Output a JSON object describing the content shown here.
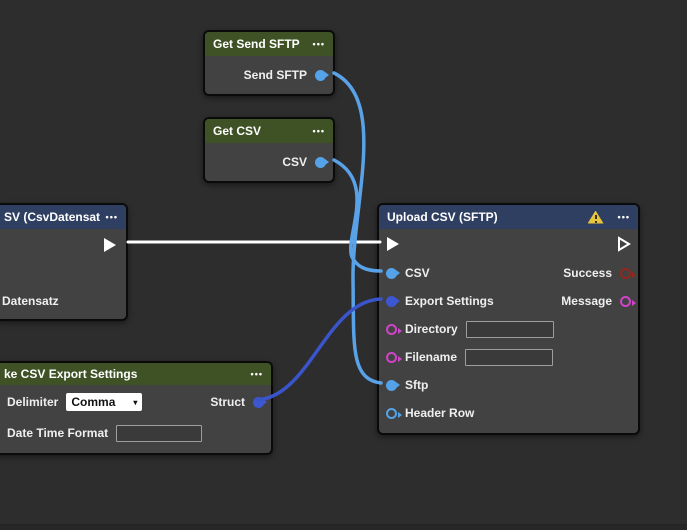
{
  "ui": {
    "menu_dots": "•••",
    "dropdown_chevron": "▾"
  },
  "colors": {
    "canvas": "#2d2d2d",
    "node_body": "#424242",
    "header_green": "#3e5226",
    "header_navy": "#2f3f62",
    "port_light_blue": "#54a3e8",
    "port_royal_blue": "#3c57d1",
    "port_magenta": "#cf44c8",
    "port_dark_red": "#93271c",
    "warning_yellow": "#e7c53c",
    "wire_white": "#ffffff",
    "wire_light_blue": "#5aa2e8",
    "wire_royal_blue": "#3a55cb"
  },
  "nodes": {
    "get_send_sftp": {
      "title": "Get Send SFTP",
      "outputs": [
        {
          "label": "Send SFTP",
          "port_color": "#54a3e8",
          "port_style": "filled"
        }
      ]
    },
    "get_csv": {
      "title": "Get CSV",
      "outputs": [
        {
          "label": "CSV",
          "port_color": "#54a3e8",
          "port_style": "filled"
        }
      ]
    },
    "csv_datensatz": {
      "title": "SV (CsvDatensatz)",
      "has_exec_out": true,
      "rows": [
        {
          "label": "Datensatz"
        }
      ]
    },
    "upload_csv": {
      "title": "Upload CSV (SFTP)",
      "has_warning": true,
      "has_exec_in": true,
      "has_exec_out": true,
      "inputs": [
        {
          "label": "CSV",
          "port_color": "#54a3e8",
          "port_style": "filled"
        },
        {
          "label": "Export Settings",
          "port_color": "#3c57d1",
          "port_style": "filled"
        },
        {
          "label": "Directory",
          "port_color": "#cf44c8",
          "port_style": "outline",
          "input_value": "",
          "input_placeholder": ""
        },
        {
          "label": "Filename",
          "port_color": "#cf44c8",
          "port_style": "outline",
          "input_value": "",
          "input_placeholder": ""
        },
        {
          "label": "Sftp",
          "port_color": "#54a3e8",
          "port_style": "filled"
        },
        {
          "label": "Header Row",
          "port_color": "#54a3e8",
          "port_style": "outline"
        }
      ],
      "outputs": [
        {
          "label": "Success",
          "port_color": "#93271c",
          "port_style": "outline"
        },
        {
          "label": "Message",
          "port_color": "#cf44c8",
          "port_style": "outline"
        }
      ]
    },
    "make_csv_export_settings": {
      "title": "ke CSV Export Settings",
      "fields": [
        {
          "label": "Delimiter",
          "type": "select",
          "value": "Comma"
        },
        {
          "label": "Date Time Format",
          "type": "text",
          "value": "",
          "placeholder": ""
        }
      ],
      "outputs": [
        {
          "label": "Struct",
          "port_color": "#3c57d1",
          "port_style": "filled"
        }
      ]
    }
  },
  "wires": [
    {
      "from": "CSV (CsvDatensatz) exec",
      "to": "Upload CSV (SFTP) exec",
      "color": "#ffffff"
    },
    {
      "from": "Get Send SFTP / Send SFTP",
      "to": "Upload CSV (SFTP) / Sftp",
      "color": "#5aa2e8"
    },
    {
      "from": "Get CSV / CSV",
      "to": "Upload CSV (SFTP) / CSV",
      "color": "#5aa2e8"
    },
    {
      "from": "Make CSV Export Settings / Struct",
      "to": "Upload CSV (SFTP) / Export Settings",
      "color": "#3a55cb"
    }
  ]
}
